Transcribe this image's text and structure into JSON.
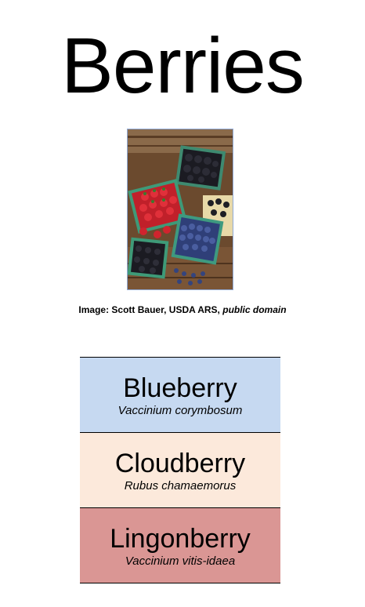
{
  "page": {
    "title": "Berries"
  },
  "image": {
    "caption_credit": "Image: Scott Bauer, USDA ARS, ",
    "caption_license": "public domain"
  },
  "berries": [
    {
      "name": "Blueberry",
      "scientific": "Vaccinium corymbosum",
      "color": "#c6d9f1"
    },
    {
      "name": "Cloudberry",
      "scientific": "Rubus chamaemorus",
      "color": "#fce9db"
    },
    {
      "name": "Lingonberry",
      "scientific": "Vaccinium vitis-idaea",
      "color": "#da9694"
    }
  ]
}
